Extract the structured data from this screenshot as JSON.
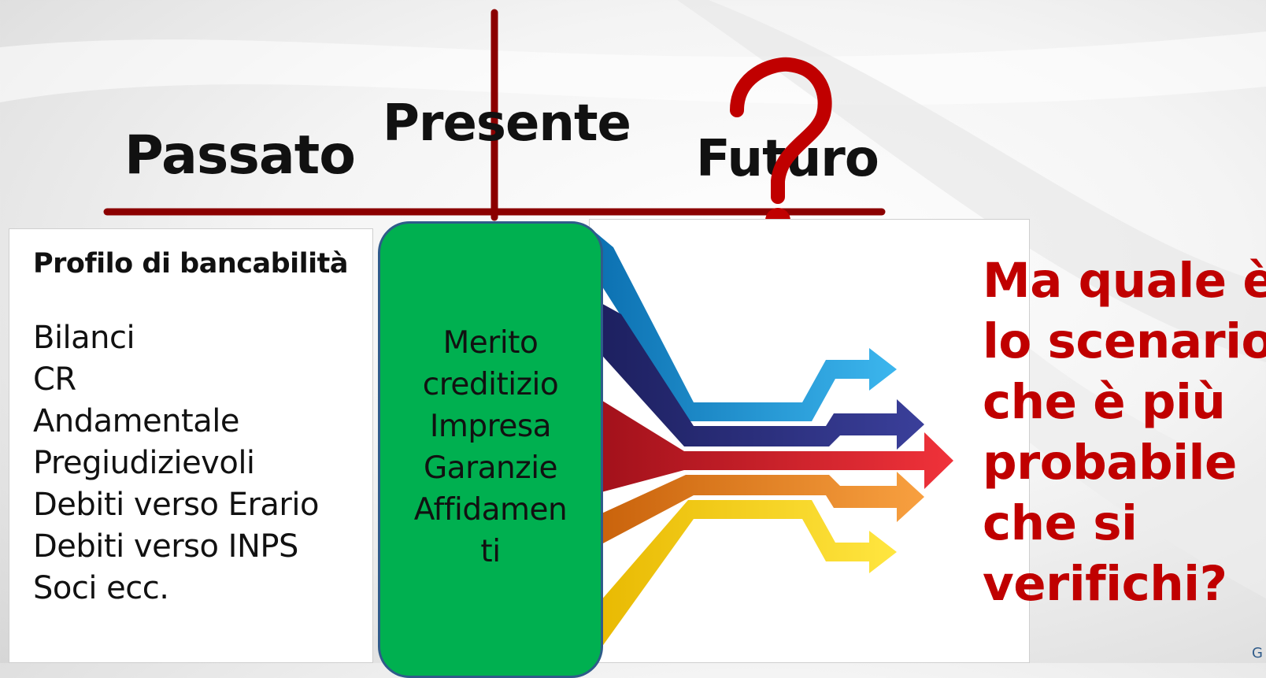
{
  "headings": {
    "past": "Passato",
    "present": "Presente",
    "future": "Futuro"
  },
  "profile": {
    "title": "Profilo di bancabilità",
    "items": [
      "Bilanci",
      "CR",
      "Andamentale",
      "Pregiudizievoli",
      "Debiti verso Erario",
      "Debiti verso INPS",
      "Soci ecc."
    ]
  },
  "merit": {
    "lines": [
      "Merito",
      "creditizio",
      "Impresa",
      "Garanzie",
      "Affidamen",
      "ti"
    ]
  },
  "question": {
    "lines": [
      "Ma quale è",
      "lo scenario",
      "che è più",
      "probabile",
      "che si",
      "verifichi?"
    ]
  },
  "decor": {
    "question_mark_icon": "?",
    "corner_mark": "G"
  },
  "colors": {
    "timeline": "#8b0000",
    "question_text": "#c00000",
    "green_box": "#00b050",
    "green_border": "#2f5b8a",
    "arrow_cyan": "#1a9ad6",
    "arrow_navy": "#2a2f7c",
    "arrow_red": "#e02027",
    "arrow_orange": "#f08a1c",
    "arrow_yellow": "#ffd800"
  }
}
